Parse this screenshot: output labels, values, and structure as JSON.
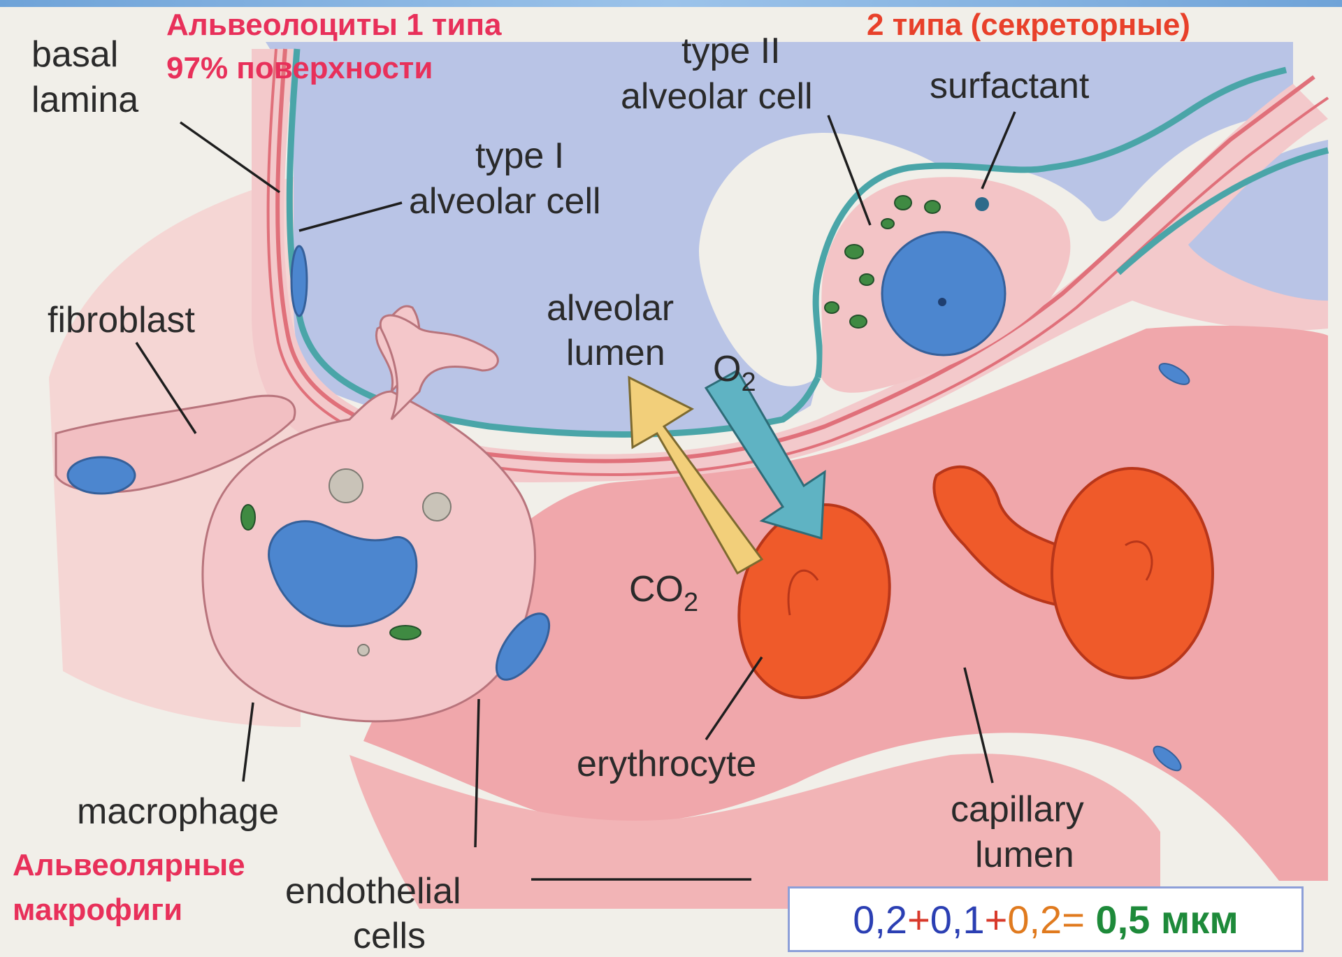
{
  "labels": {
    "basal_lamina_1": "basal",
    "basal_lamina_2": "lamina",
    "type1_1": "type I",
    "type1_2": "alveolar cell",
    "type2_1": "type II",
    "type2_2": "alveolar cell",
    "surfactant": "surfactant",
    "fibroblast": "fibroblast",
    "alveolar_lumen_1": "alveolar",
    "alveolar_lumen_2": "lumen",
    "o2": "O",
    "o2_sub": "2",
    "co2": "CO",
    "co2_sub": "2",
    "erythrocyte": "erythrocyte",
    "macrophage": "macrophage",
    "capillary_lumen_1": "capillary",
    "capillary_lumen_2": "lumen",
    "endothelial_1": "endothelial",
    "endothelial_2": "cells"
  },
  "ru_labels": {
    "type1_ru_1": "Альвеолоциты 1 типа",
    "type1_ru_2": "97% поверхности",
    "type2_ru": "2 типа (секреторные)",
    "macrophage_ru_1": "Альвеолярные",
    "macrophage_ru_2": "макрофиги"
  },
  "formula": {
    "a": "0,2",
    "plus1": "+",
    "b": "0,1",
    "plus2": "+",
    "c": "0,2",
    "eq": "=",
    "result": "0,5 мкм"
  },
  "colors": {
    "alveolar_lumen": "#b9c4e6",
    "tissue": "#f3c9cb",
    "capillary": "#f0a7ab",
    "epithelium": "#4aa5a8",
    "basal_lamina": "#e0707a",
    "nucleus": "#4c86cf",
    "erythrocyte": "#ef5a2a",
    "co2_arrow": "#f2cf7a",
    "o2_arrow": "#5fb3c3"
  }
}
